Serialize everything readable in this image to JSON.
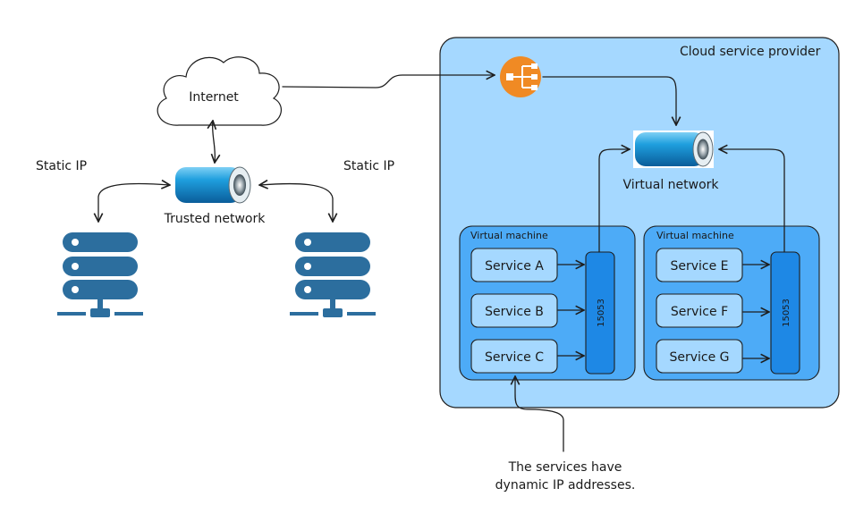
{
  "diagram": {
    "cloud_label": "Internet",
    "trusted_network_label": "Trusted network",
    "static_ip_left": "Static IP",
    "static_ip_right": "Static IP",
    "provider_label": "Cloud service provider",
    "virtual_network_label": "Virtual network",
    "vm_left": {
      "title": "Virtual machine",
      "port_label": "15053",
      "services": [
        "Service A",
        "Service B",
        "Service C"
      ]
    },
    "vm_right": {
      "title": "Virtual machine",
      "port_label": "15053",
      "services": [
        "Service E",
        "Service F",
        "Service G"
      ]
    },
    "note_line1": "The services have",
    "note_line2": "dynamic IP addresses.",
    "colors": {
      "provider_fill": "#a5d8ff",
      "vm_fill": "#4dabf7",
      "service_fill": "#a5d8ff",
      "port_fill": "#1e88e5",
      "server_blue": "#2c6e9e",
      "balancer_orange": "#f08a24"
    },
    "icons": [
      "internet-cloud-icon",
      "network-pipe-icon",
      "server-rack-icon",
      "load-balancer-icon"
    ]
  }
}
